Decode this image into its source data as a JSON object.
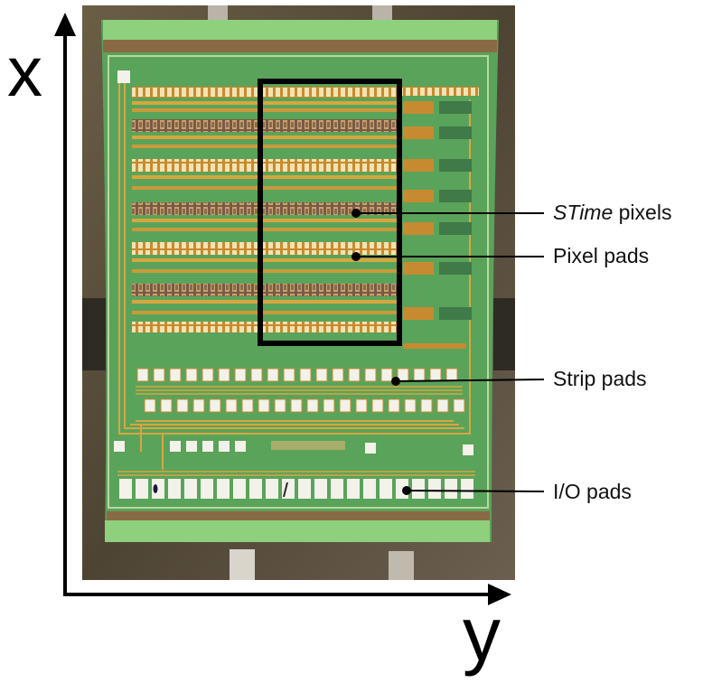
{
  "axes": {
    "x_label": "x",
    "y_label": "y"
  },
  "callouts": {
    "stime_italic": "STime",
    "stime_rest": " pixels",
    "pixel_pads": "Pixel pads",
    "strip_pads": "Strip pads",
    "io_pads": "I/O pads"
  },
  "colors": {
    "substrate": "#5e5340",
    "chip_green": "#5aa35a",
    "chip_light_green": "#9ad28e",
    "gold": "#d8a640",
    "pixel_brown": "#6b4a3a",
    "pad_white": "#f2f2ea",
    "frame_black": "#000000"
  },
  "icons": {
    "axis_arrow": "arrowhead-icon",
    "callout_dot": "dot-icon"
  }
}
